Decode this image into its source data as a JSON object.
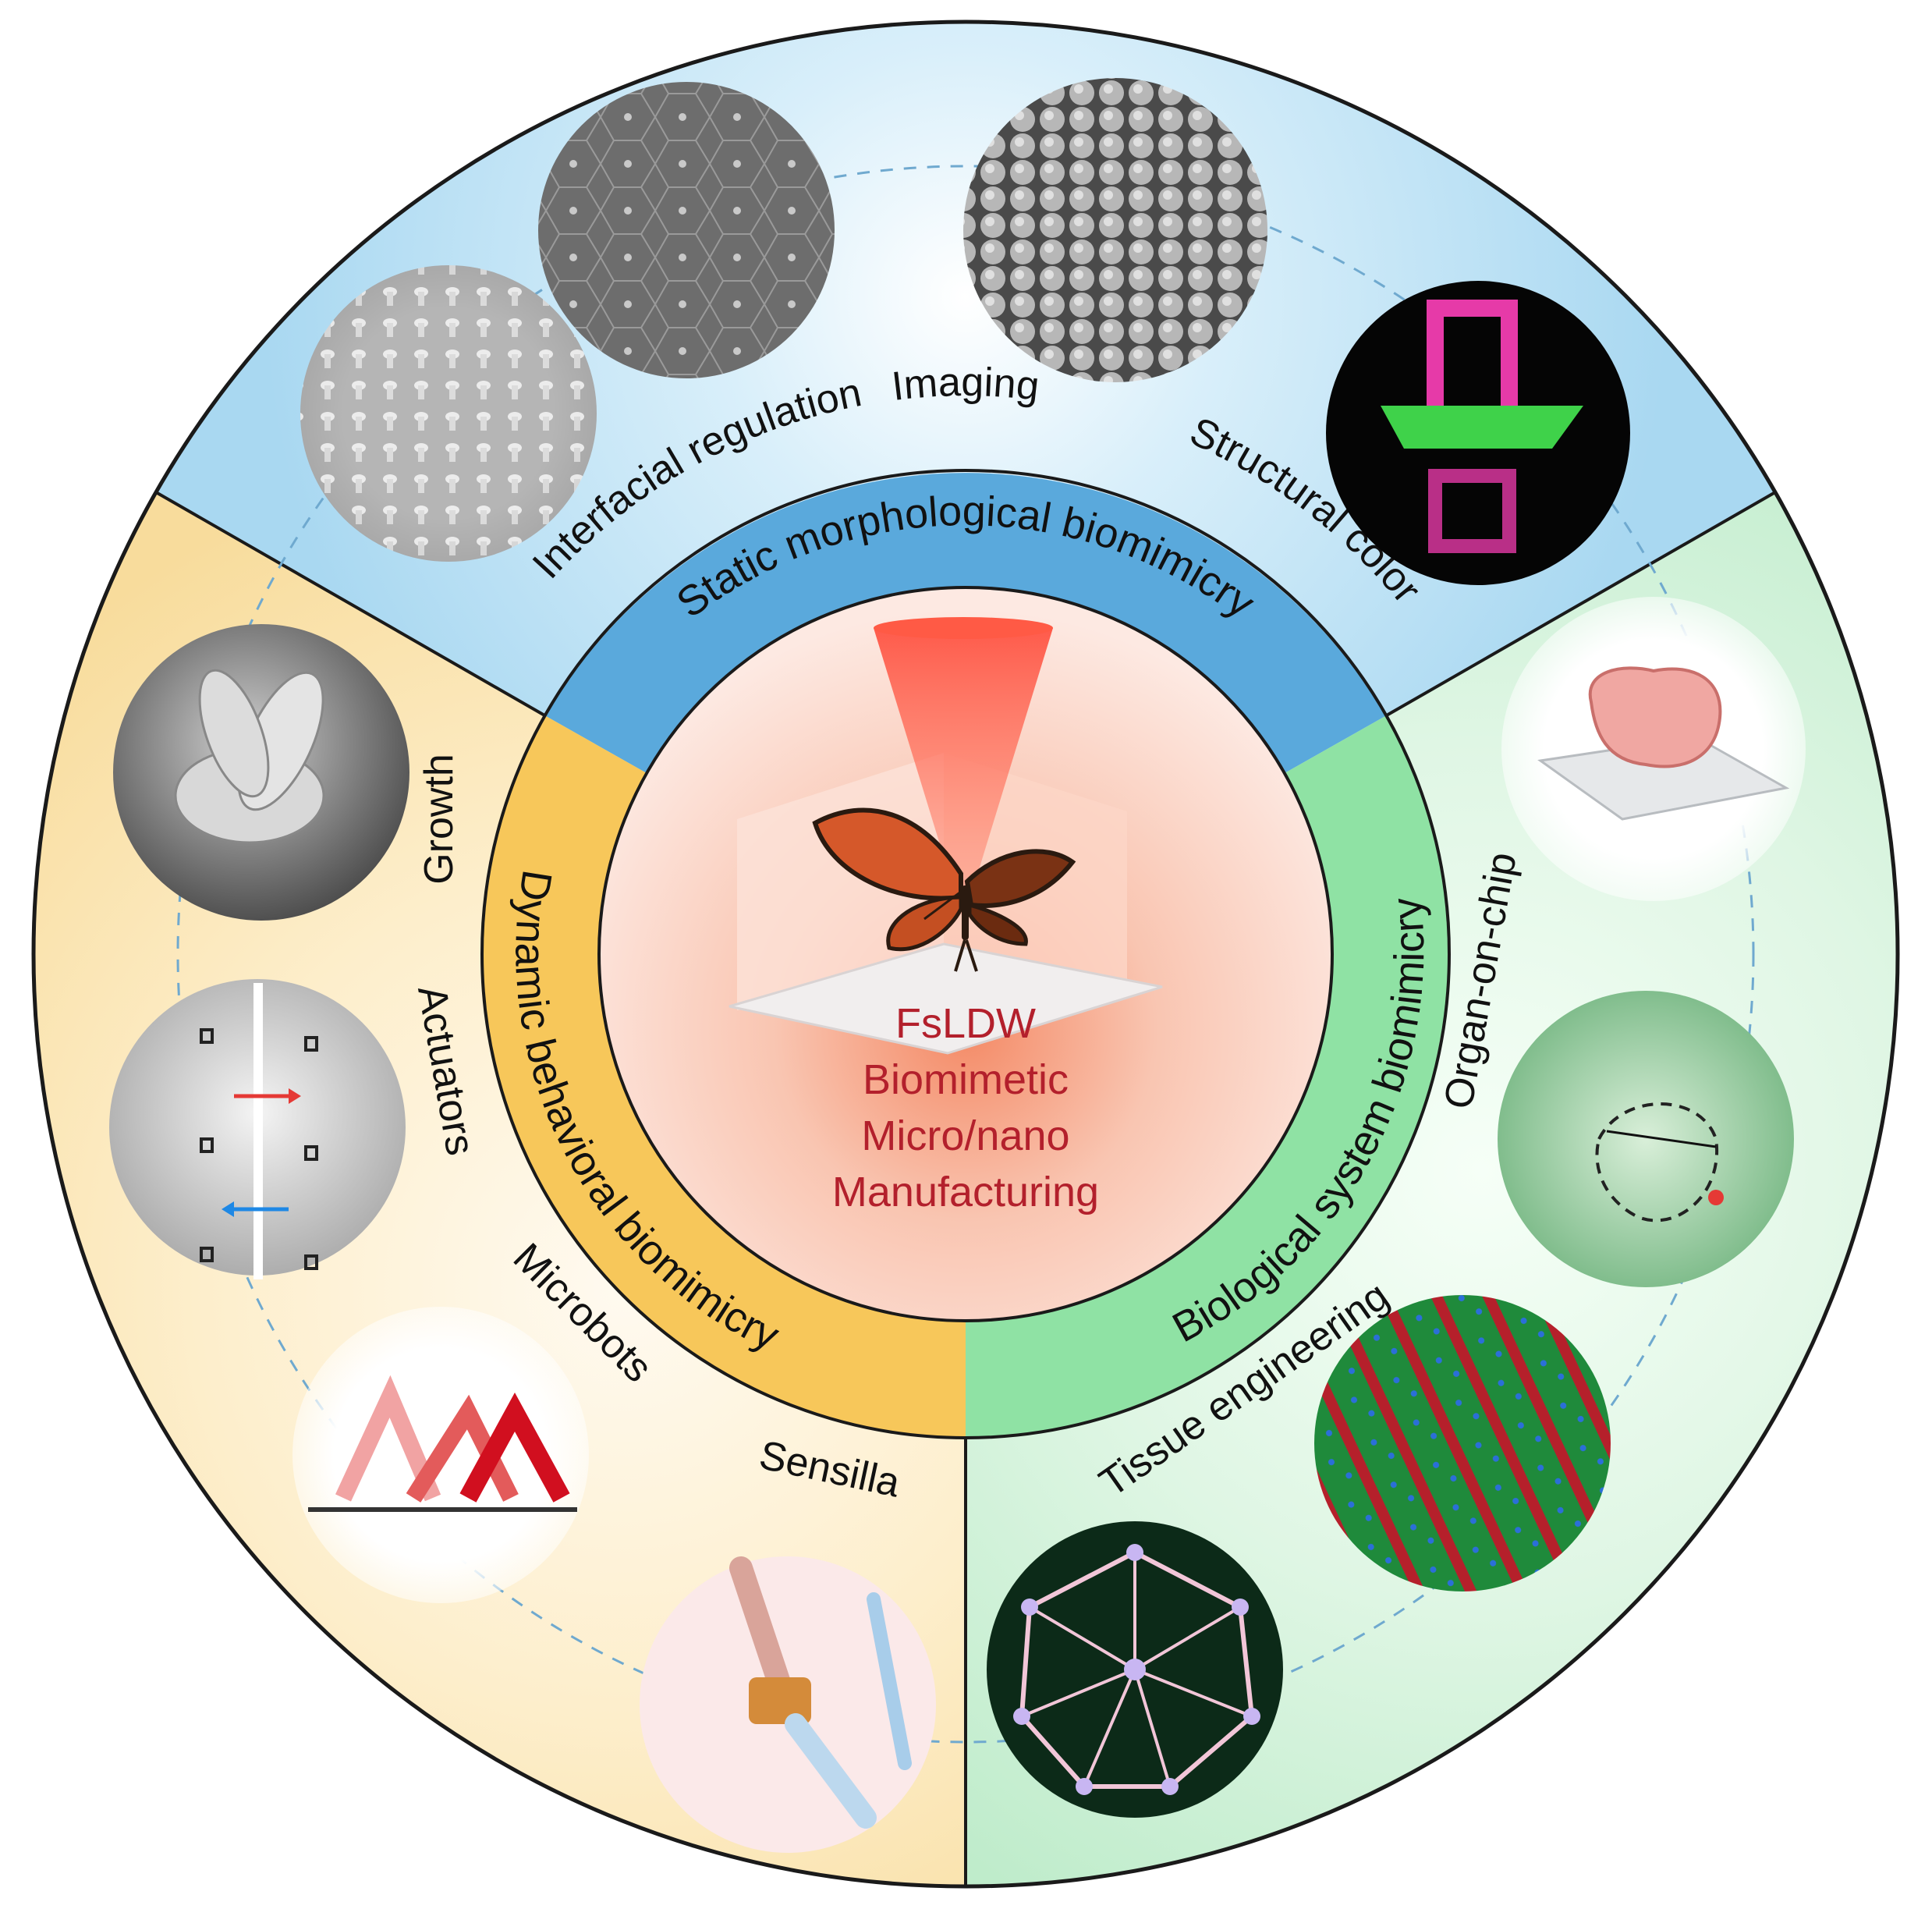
{
  "center": {
    "lines": [
      "FsLDW",
      "Biomimetic",
      "Micro/nano",
      "Manufacturing"
    ]
  },
  "sections": {
    "static": {
      "title": "Static morphological biomimicry",
      "items": [
        "Interfacial regulation",
        "Imaging",
        "Structural color"
      ],
      "color": "#bfe1f3",
      "ring_color": "#5aa9dc"
    },
    "dynamic": {
      "title": "Dynamic behavioral biomimicry",
      "items": [
        "Growth",
        "Actuators",
        "Microbots",
        "Sensilla"
      ],
      "color": "#fbe8b8",
      "ring_color": "#f5c85a"
    },
    "biological": {
      "title": "Biological system biomimicry",
      "items": [
        "Organ-on-chip",
        "Tissue engineering"
      ],
      "color": "#d9f4df",
      "ring_color": "#8fe0a3"
    }
  },
  "images": [
    {
      "name": "micropillar-array-image",
      "section": "static"
    },
    {
      "name": "hexagonal-pattern-image",
      "section": "static"
    },
    {
      "name": "compound-eye-image",
      "section": "static"
    },
    {
      "name": "structural-color-boat-image",
      "section": "static"
    },
    {
      "name": "growth-flower-image",
      "section": "dynamic"
    },
    {
      "name": "actuators-pillars-image",
      "section": "dynamic"
    },
    {
      "name": "microbots-arches-image",
      "section": "dynamic"
    },
    {
      "name": "sensilla-fiber-image",
      "section": "dynamic"
    },
    {
      "name": "intestine-chip-image",
      "section": "biological"
    },
    {
      "name": "organ-tissue-flow-image",
      "section": "biological"
    },
    {
      "name": "muscle-fibers-image",
      "section": "biological"
    },
    {
      "name": "scaffold-network-image",
      "section": "biological"
    }
  ]
}
